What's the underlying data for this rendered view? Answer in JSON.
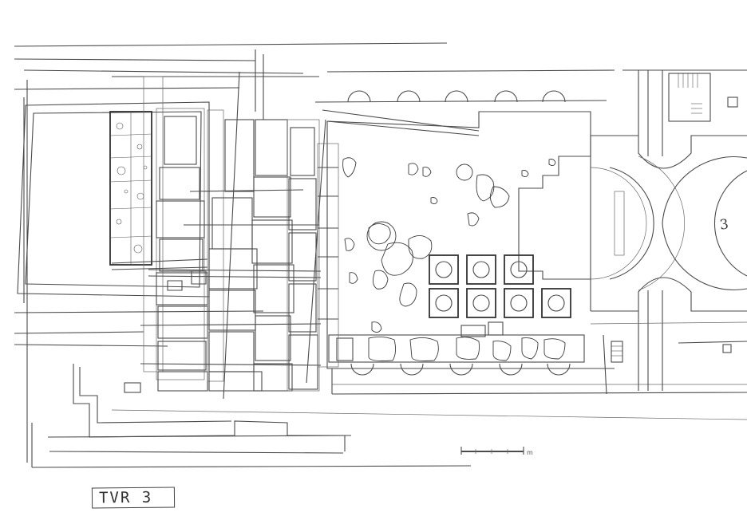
{
  "drawing": {
    "plate_label": "TVR 3",
    "room_marker": "3",
    "scale_bar_unit": "m"
  }
}
